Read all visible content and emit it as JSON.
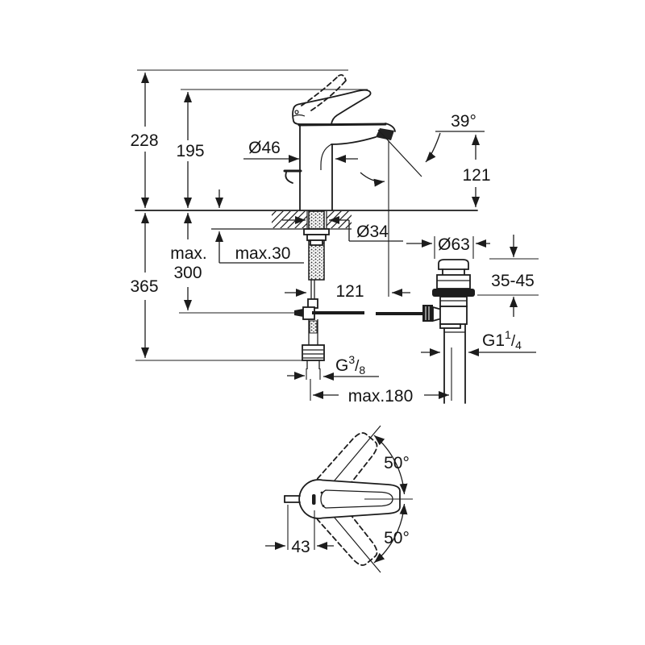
{
  "diagram": {
    "kind": "faucet-technical-dimension-drawing",
    "background": "#ffffff",
    "line_color": "#1c1c1c",
    "labels": {
      "height_overall": "228",
      "height_to_lever": "195",
      "supply_depth": "365",
      "max_line1": "max.",
      "max_line2": "300",
      "deck_thickness": "max.30",
      "dia_body": "Ø46",
      "spout_angle": "39°",
      "spout_to_deck": "121",
      "dia_hole": "Ø34",
      "spout_reach": "121",
      "dia_popup_cap": "Ø63",
      "popup_range": "35-45",
      "thread_supply_base": "G",
      "thread_supply_sup": "3",
      "thread_supply_slash": "/",
      "thread_supply_sub": "8",
      "thread_drain_base": "G1",
      "thread_drain_sup": "1",
      "thread_drain_slash": "/",
      "thread_drain_sub": "4",
      "hose_reach": "max.180",
      "swivel_up": "50°",
      "swivel_down": "50°",
      "handle_offset": "43"
    }
  }
}
